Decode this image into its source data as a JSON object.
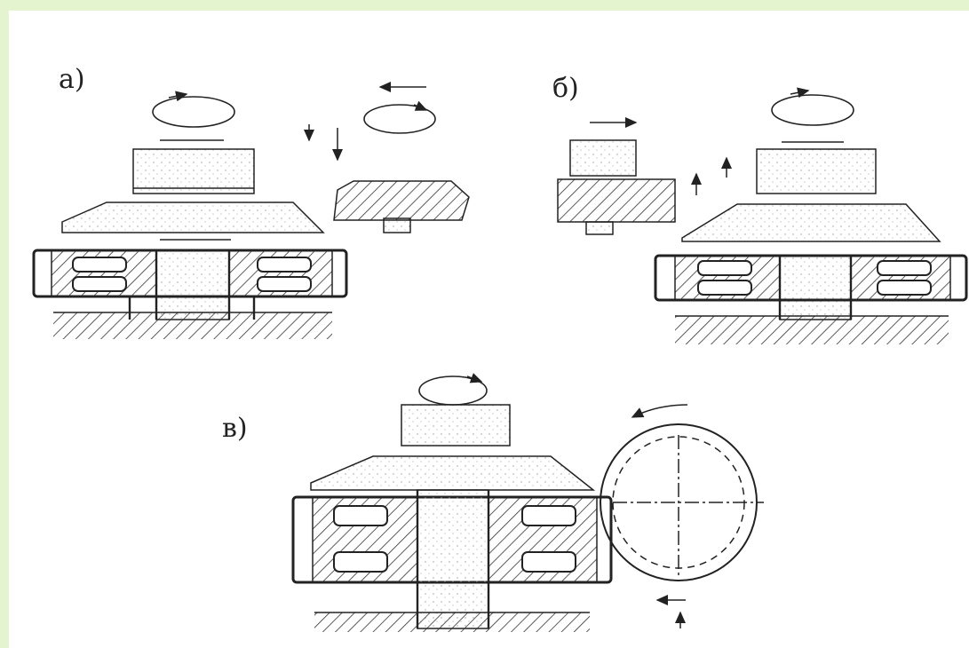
{
  "labels": {
    "a": "а)",
    "b": "б)",
    "c": "в)"
  },
  "colors": {
    "background": "#e4f4cf",
    "panel": "#ffffff",
    "ink": "#222222"
  }
}
